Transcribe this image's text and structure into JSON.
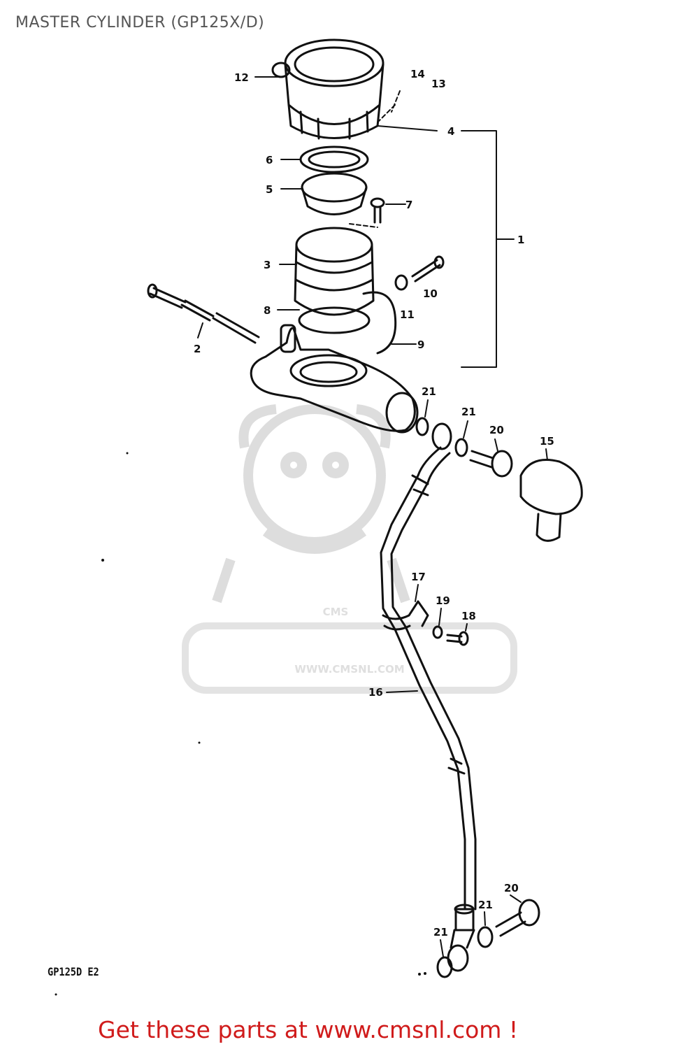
{
  "title": "MASTER CYLINDER (GP125X/D)",
  "drawing_code": "GP125D E2",
  "watermark": {
    "logo_text": "CMS",
    "url_text": "WWW.CMSNL.COM"
  },
  "footer": {
    "link_text": "Get these parts at www.cmsnl.com !",
    "color": "#d01b1b"
  },
  "callouts": [
    "12",
    "14",
    "13",
    "4",
    "6",
    "5",
    "7",
    "1",
    "3",
    "10",
    "11",
    "8",
    "9",
    "2",
    "21",
    "21",
    "20",
    "15",
    "17",
    "19",
    "18",
    "16",
    "20",
    "21",
    "21"
  ]
}
